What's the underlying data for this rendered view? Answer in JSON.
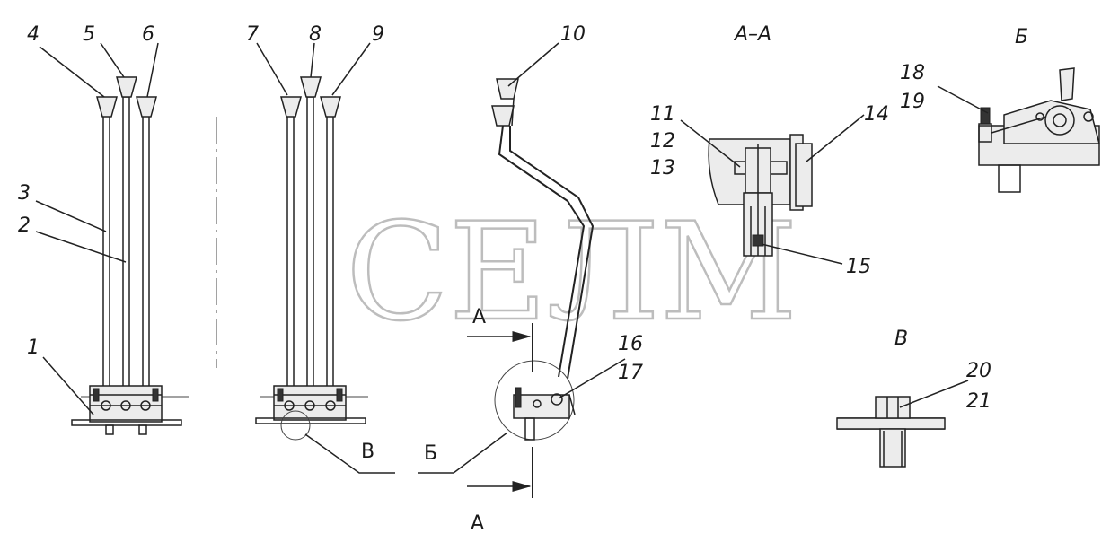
{
  "watermark": "СЕЛМ",
  "part_numbers": [
    "1",
    "2",
    "3",
    "4",
    "5",
    "6",
    "7",
    "8",
    "9",
    "10",
    "11",
    "12",
    "13",
    "14",
    "15",
    "16",
    "17",
    "18",
    "19",
    "20",
    "21"
  ],
  "view_labels": {
    "section_aa": "А–А",
    "view_b_cyr": "Б",
    "view_v": "В",
    "section_marker_top": "А",
    "section_marker_bottom": "А",
    "callout_v": "В",
    "callout_b": "Б"
  },
  "colors": {
    "line": "#222222",
    "watermark": "#bdbdbd",
    "background": "#ffffff"
  }
}
